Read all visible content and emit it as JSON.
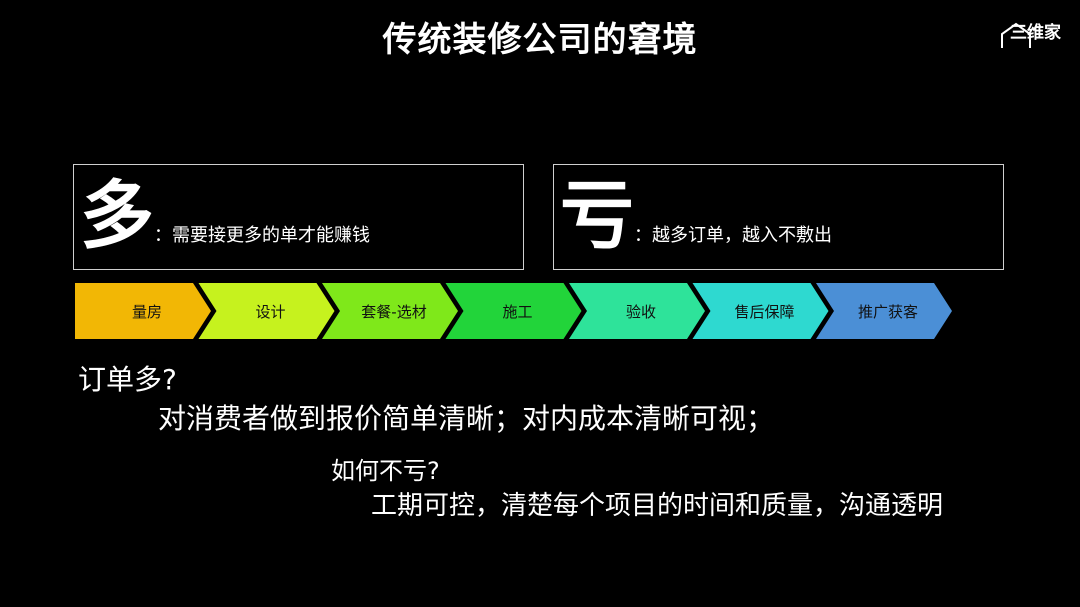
{
  "slide": {
    "title": "传统装修公司的窘境",
    "logo_text": "三维家"
  },
  "boxes": [
    {
      "char": "多",
      "desc": "：需要接更多的单才能赚钱"
    },
    {
      "char": "亏",
      "desc": "：越多订单，越入不敷出"
    }
  ],
  "process": {
    "steps": [
      {
        "label": "量房",
        "color": "#F2B705"
      },
      {
        "label": "设计",
        "color": "#C6F21E"
      },
      {
        "label": "套餐-选材",
        "color": "#7FE81A"
      },
      {
        "label": "施工",
        "color": "#22D43A"
      },
      {
        "label": "验收",
        "color": "#2EE39A"
      },
      {
        "label": "售后保障",
        "color": "#2ED9D0"
      },
      {
        "label": "推广获客",
        "color": "#4B8FD6"
      }
    ]
  },
  "qa": {
    "q1": "订单多?",
    "a1": "对消费者做到报价简单清晰；对内成本清晰可视；",
    "q2": "如何不亏?",
    "a2": "工期可控，清楚每个项目的时间和质量，沟通透明"
  }
}
